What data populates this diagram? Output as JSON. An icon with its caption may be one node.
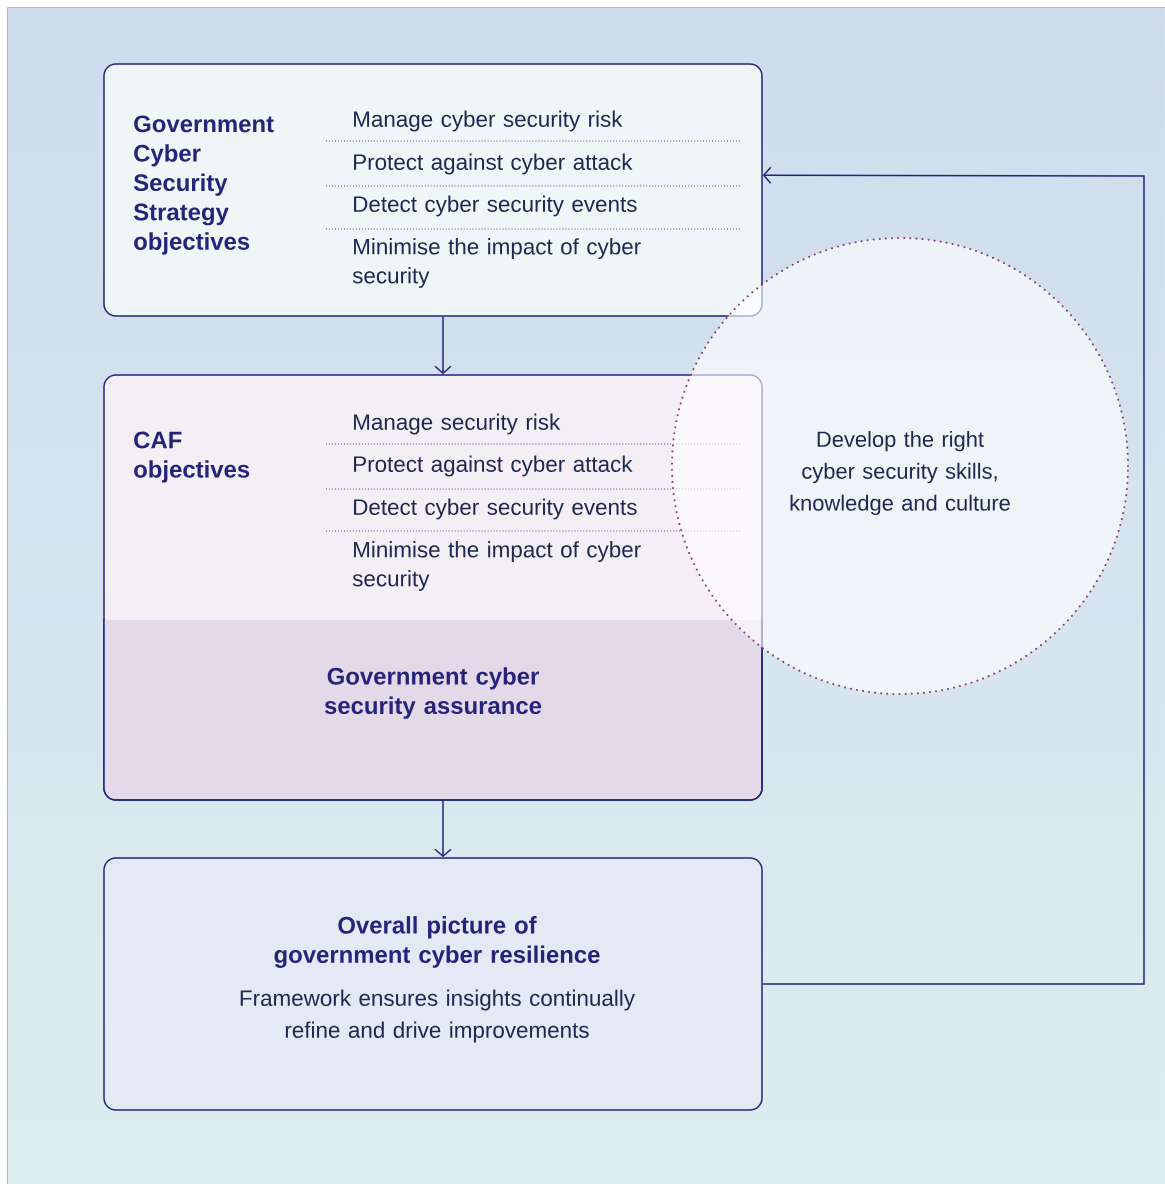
{
  "diagram": {
    "nodes": [
      {
        "text": [
          "Government Cyber Security Strategy objectives",
          "Manage cyber security risk",
          "Protect against cyber attack",
          "Detect cyber security events",
          "Minimise the impact of cyber security"
        ]
      },
      {
        "text": [
          "CAF objectives",
          "Manage security risk",
          "Protect against cyber attack",
          "Detect cyber security events",
          "Minimise the impact of cyber security"
        ]
      },
      {
        "text": [
          "Government cyber security assurance"
        ],
        "in": 1
      },
      {
        "text": [
          "Overall picture of government cyber resilience",
          "Framework ensures insights continually refine and drive improvements"
        ]
      },
      {
        "text": [
          "Develop the right cyber security skills, knowledge and culture"
        ]
      }
    ],
    "edges": [
      {
        "from": 0,
        "to": 1,
        "arrow": "to"
      },
      {
        "from": 1,
        "to": 3,
        "arrow": "to"
      },
      {
        "from": 3,
        "to": 0,
        "arrow": "to"
      }
    ]
  }
}
